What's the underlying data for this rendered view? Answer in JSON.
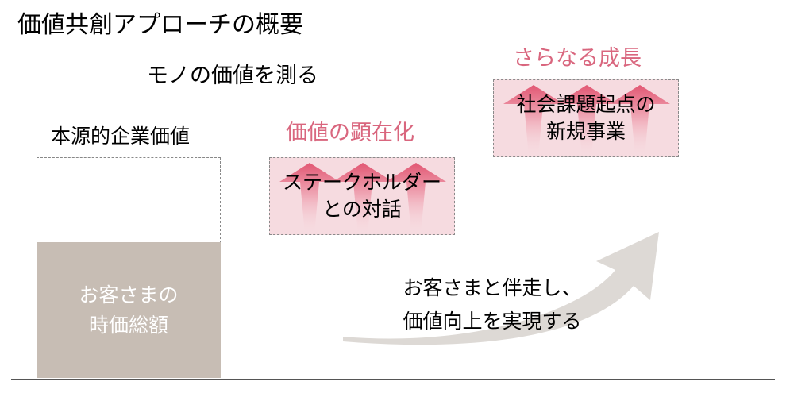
{
  "title": "価値共創アプローチの概要",
  "subtitle": "モノの価値を測る",
  "base": {
    "label": "本源的企業価値",
    "fill_lines": [
      "お客さまの",
      "時価総額"
    ]
  },
  "phase1": {
    "heading": "価値の顕在化",
    "box_lines": [
      "ステークホルダー",
      "との対話"
    ]
  },
  "phase2": {
    "heading": "さらなる成長",
    "box_lines": [
      "社会課題起点の",
      "新規事業"
    ]
  },
  "journey_lines": [
    "お客さまと伴走し、",
    "価値向上を実現する"
  ],
  "colors": {
    "accent": "#d9667e",
    "box_fill": "#f6dbe0",
    "base_fill": "#c7bdb4",
    "base_text": "#ffffff",
    "growth_arrow": "#ddd9d5",
    "baseline": "#555555"
  }
}
